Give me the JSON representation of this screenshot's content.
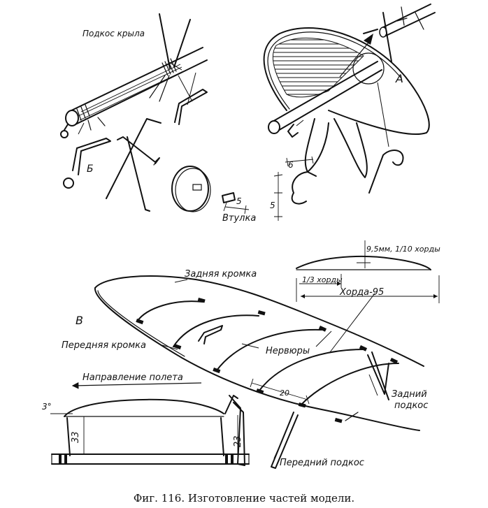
{
  "labels": {
    "wing_strut": "Подкос крыла",
    "part_a": "А",
    "part_b": "Б",
    "bushing": "Втулка",
    "bushing_dim": "5",
    "hook_dim_6": "6",
    "hook_dim_5": "5",
    "part_v": "В",
    "trailing_edge": "Задняя кромка",
    "leading_edge": "Передняя кромка",
    "ribs": "Нервюры",
    "flight_direction": "Направление полета",
    "rear_strut": "Задний подкос",
    "front_strut": "Передний подкос",
    "profile_thickness": "9,5мм, 1/10 хорды",
    "third_chord": "1/3 хорды",
    "chord": "Хорда-95",
    "dim_20": "20",
    "angle": "3°",
    "dim_33": "33",
    "dim_23": "23"
  },
  "caption": "Фиг. 116. Изготовление частей модели."
}
